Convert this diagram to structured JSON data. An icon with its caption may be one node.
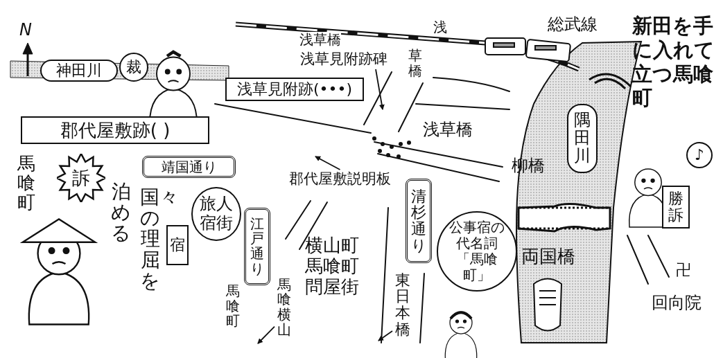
{
  "diagram": {
    "title": "新田を手に入れて立つ馬喰町",
    "nodes": [
      {
        "text": [
          "神田川"
        ]
      },
      {
        "text": [
          "裁"
        ]
      },
      {
        "text": [
          "浅草見附跡碑"
        ]
      },
      {
        "text": [
          "浅草見附跡(•••)"
        ]
      },
      {
        "text": [
          "郡代屋敷跡( )"
        ]
      },
      {
        "text": [
          "郡代屋敷説明板"
        ]
      },
      {
        "text": [
          "靖国通り"
        ]
      },
      {
        "text": [
          "隅田川"
        ]
      },
      {
        "text": [
          "♪"
        ]
      },
      {
        "text": [
          "勝訴"
        ]
      },
      {
        "text": [
          "訴"
        ]
      },
      {
        "text": [
          "旅人宿街"
        ]
      },
      {
        "text": [
          "宿"
        ]
      },
      {
        "text": [
          "江戸通り"
        ]
      },
      {
        "text": [
          "清杉通り"
        ]
      },
      {
        "text": [
          "公事宿の代名詞「馬喰町」"
        ]
      },
      {
        "text": [
          "東日本橋"
        ]
      },
      {
        "text": [
          "馬喰横山"
        ]
      }
    ],
    "edges": [
      {
        "from": 2,
        "to": null,
        "arrow": "to"
      },
      {
        "from": 5,
        "to": null,
        "arrow": "to"
      },
      {
        "from": 16,
        "to": null,
        "arrow": "to"
      },
      {
        "from": 17,
        "to": null,
        "arrow": "to"
      }
    ],
    "labels": [
      "N",
      "浅草橋",
      "浅",
      "総武線",
      "草橋",
      "浅草橋",
      "柳橋",
      "馬喰町",
      "泊める",
      "国々の理屈を",
      "横山町馬喰町問屋街",
      "馬喰町",
      "両国橋",
      "卍",
      "回向院"
    ]
  }
}
